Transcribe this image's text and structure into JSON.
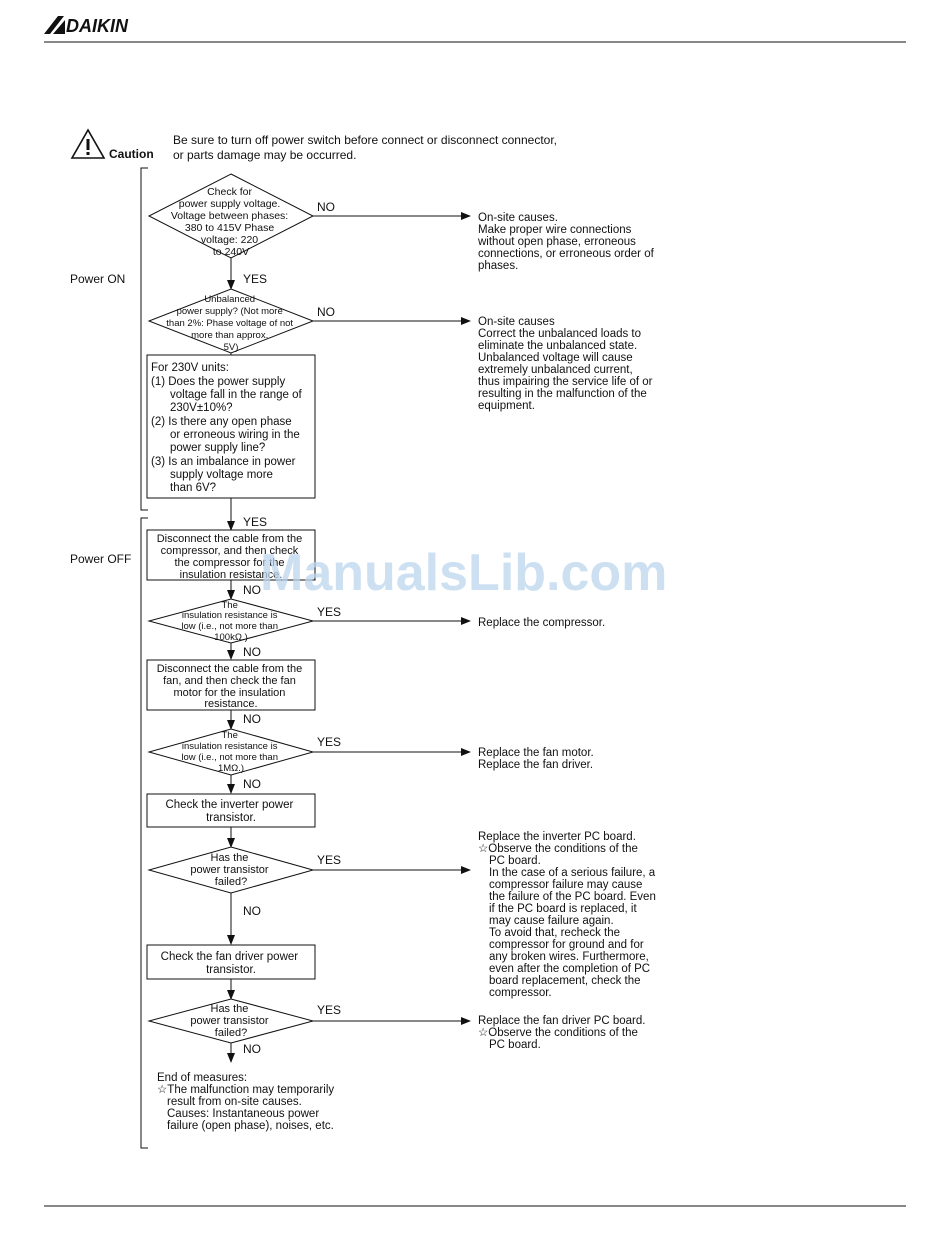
{
  "header": {
    "brand": "DAIKIN"
  },
  "caution": {
    "label": "Caution",
    "lines": [
      "Be sure to turn off power switch before connect or disconnect connector,",
      "or parts damage may be occurred."
    ]
  },
  "sections": {
    "power_on": "Power ON",
    "power_off": "Power OFF"
  },
  "watermark": "ManualsLib.com",
  "nodes": {
    "d1": [
      "Check for",
      "power supply voltage.",
      "Voltage between phases:",
      "380 to 415V Phase",
      "voltage: 220",
      "to 240V"
    ],
    "d2": [
      "Unbalanced",
      "power supply? (Not more",
      "than 2%: Phase voltage of not",
      "more than approx.",
      "5V)"
    ],
    "b230": [
      "For 230V units:",
      "(1) Does the power supply",
      "voltage fall in the range of",
      "230V±10%?",
      "(2) Is there any open phase",
      "or erroneous wiring in the",
      "power supply line?",
      "(3) Is an imbalance in power",
      "supply voltage more",
      "than 6V?"
    ],
    "b_comp": [
      "Disconnect the cable from the",
      "compressor, and then check",
      "the compressor for the",
      "insulation resistance."
    ],
    "d3": [
      "The",
      "insulation resistance is",
      "low (i.e., not more than",
      "100kΩ.)"
    ],
    "b_fan": [
      "Disconnect the cable from the",
      "fan, and then check the fan",
      "motor for the insulation",
      "resistance."
    ],
    "d4": [
      "The",
      "insulation resistance is",
      "low (i.e., not more than",
      "1MΩ.)"
    ],
    "b_inv": [
      "Check the inverter power",
      "transistor."
    ],
    "d5": [
      "Has the",
      "power transistor",
      "failed?"
    ],
    "b_fand": [
      "Check the fan driver power",
      "transistor."
    ],
    "d6": [
      "Has the",
      "power transistor",
      "failed?"
    ],
    "end": [
      "End of measures:",
      "☆The malfunction may temporarily",
      "result from on-site causes.",
      "Causes: Instantaneous power",
      "failure (open phase), noises, etc."
    ]
  },
  "results": {
    "r1": [
      "On-site causes.",
      "Make proper wire connections",
      "without open phase, erroneous",
      "connections, or erroneous order of",
      "phases."
    ],
    "r2": [
      "On-site causes",
      "Correct the unbalanced loads to",
      "eliminate the unbalanced state.",
      "Unbalanced voltage will cause",
      "extremely unbalanced current,",
      "thus impairing the service life of or",
      "resulting in the malfunction of the",
      "equipment."
    ],
    "r3": [
      "Replace the compressor."
    ],
    "r4": [
      "Replace the fan motor.",
      "Replace the fan driver."
    ],
    "r5": [
      "Replace the inverter PC board.",
      "☆Observe the conditions of the",
      "PC board.",
      "In the case of a serious failure, a",
      "compressor failure may cause",
      "the failure of the PC board. Even",
      "if the PC board is replaced, it",
      "may cause failure again.",
      "To avoid that, recheck the",
      "compressor for ground and for",
      "any broken wires. Furthermore,",
      "even after the completion of PC",
      "board replacement, check the",
      "compressor."
    ],
    "r6": [
      "Replace the fan driver PC board.",
      "☆Observe the conditions of the",
      "PC board."
    ]
  },
  "labels": {
    "d1_no": "NO",
    "d1_yes": "YES",
    "d2_no": "NO",
    "b230_yes": "YES",
    "bcomp_no": "NO",
    "d3_yes": "YES",
    "d3_no": "NO",
    "bfan_no": "NO",
    "d4_yes": "YES",
    "d4_no": "NO",
    "d5_yes": "YES",
    "d5_no": "NO",
    "d6_yes": "YES",
    "d6_no": "NO"
  }
}
